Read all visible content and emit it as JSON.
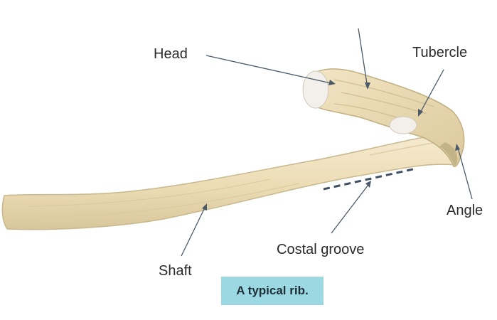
{
  "labels": {
    "head": "Head",
    "tubercle": "Tubercle",
    "angle": "Angle",
    "costal_groove": "Costal groove",
    "shaft": "Shaft"
  },
  "caption": "A typical rib.",
  "colors": {
    "bone": "#f0e2bf",
    "bone_shadow": "#c8b88e",
    "cartilage": "#f4f0ea",
    "leader_line": "#4a5a6a",
    "caption_bg": "#9bd8e2"
  }
}
